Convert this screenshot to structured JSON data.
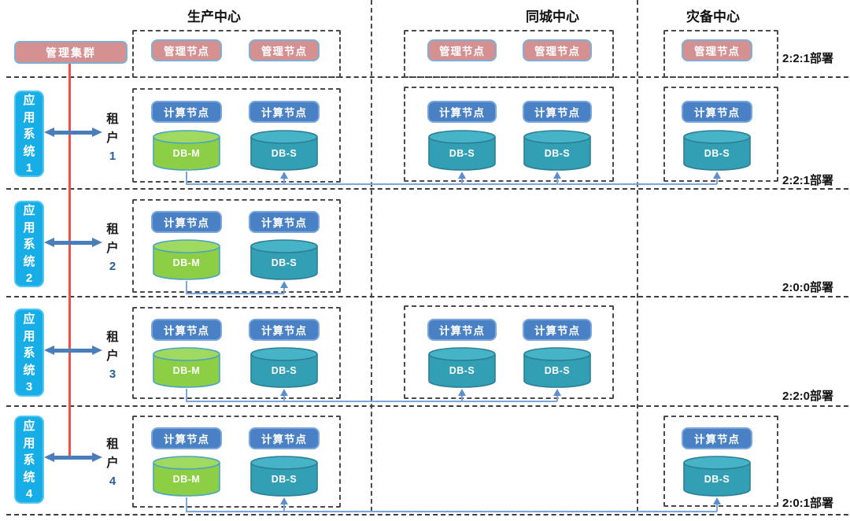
{
  "centers": [
    {
      "label": "生产中心"
    },
    {
      "label": "同城中心"
    },
    {
      "label": "灾备中心"
    }
  ],
  "management": {
    "cluster_label": "管理集群",
    "deployment": "2:2:1部署",
    "prod_nodes": [
      "管理节点",
      "管理节点"
    ],
    "metro_nodes": [
      "管理节点",
      "管理节点"
    ],
    "dr_nodes": [
      "管理节点"
    ]
  },
  "rows": [
    {
      "app_system": {
        "label": "应用系统",
        "num": "1"
      },
      "tenant": {
        "label": "租户",
        "num": "1"
      },
      "deployment": "2:2:1部署",
      "prod": {
        "compute": [
          "计算节点",
          "计算节点"
        ],
        "dbs": [
          "DB-M",
          "DB-S"
        ]
      },
      "metro": {
        "compute": [
          "计算节点",
          "计算节点"
        ],
        "dbs": [
          "DB-S",
          "DB-S"
        ]
      },
      "dr": {
        "compute": [
          "计算节点"
        ],
        "dbs": [
          "DB-S"
        ]
      }
    },
    {
      "app_system": {
        "label": "应用系统",
        "num": "2"
      },
      "tenant": {
        "label": "租户",
        "num": "2"
      },
      "deployment": "2:0:0部署",
      "prod": {
        "compute": [
          "计算节点",
          "计算节点"
        ],
        "dbs": [
          "DB-M",
          "DB-S"
        ]
      }
    },
    {
      "app_system": {
        "label": "应用系统",
        "num": "3"
      },
      "tenant": {
        "label": "租户",
        "num": "3"
      },
      "deployment": "2:2:0部署",
      "prod": {
        "compute": [
          "计算节点",
          "计算节点"
        ],
        "dbs": [
          "DB-M",
          "DB-S"
        ]
      },
      "metro": {
        "compute": [
          "计算节点",
          "计算节点"
        ],
        "dbs": [
          "DB-S",
          "DB-S"
        ]
      }
    },
    {
      "app_system": {
        "label": "应用系统",
        "num": "4"
      },
      "tenant": {
        "label": "租户",
        "num": "4"
      },
      "deployment": "2:0:1部署",
      "prod": {
        "compute": [
          "计算节点",
          "计算节点"
        ],
        "dbs": [
          "DB-M",
          "DB-S"
        ]
      },
      "dr": {
        "compute": [
          "计算节点"
        ],
        "dbs": [
          "DB-S"
        ]
      }
    }
  ],
  "colors": {
    "management_pink": "#d59091",
    "management_border": "#7fb0d4",
    "compute_blue": "#4a80c4",
    "app_system_cyan": "#17ade6",
    "db_master_green": "#8ccf45",
    "db_slave_teal": "#339fb4",
    "replication_line": "#7da7dc",
    "app_link_red": "#fb4a4a",
    "tenant_arrow_blue": "#4a7ebb"
  }
}
